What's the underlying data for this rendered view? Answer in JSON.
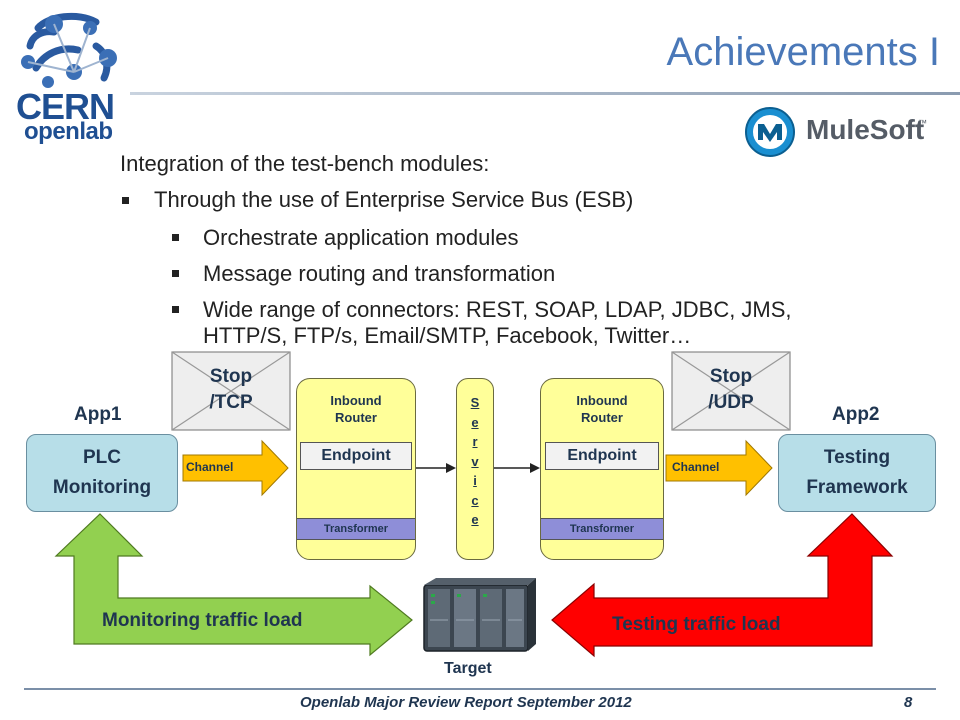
{
  "header": {
    "title": "Achievements I",
    "logo_text": "CERN",
    "logo_subtext": "openlab",
    "partner_logo_text": "MuleSoft",
    "partner_logo_tm": "™"
  },
  "content": {
    "intro": "Integration of the test-bench modules:",
    "bullet_1": "Through the use of Enterprise Service Bus (ESB)",
    "sub_bullets": [
      "Orchestrate application modules",
      "Message routing and transformation",
      "Wide range of connectors: REST, SOAP, LDAP, JDBC, JMS,",
      "HTTP/S, FTP/s, Email/SMTP, Facebook, Twitter…"
    ]
  },
  "diagram": {
    "app1_label": "App1",
    "app1_box": [
      "PLC",
      "Monitoring"
    ],
    "app2_label": "App2",
    "app2_box": [
      "Testing",
      "Framework"
    ],
    "channel_label": "Channel",
    "stop_left": [
      "Stop",
      "/TCP"
    ],
    "stop_right": [
      "Stop",
      "/UDP"
    ],
    "inbound_router": [
      "Inbound",
      "Router"
    ],
    "endpoint": "Endpoint",
    "transformer": "Transformer",
    "service_letters": [
      "S",
      "e",
      "r",
      "v",
      "i",
      "c",
      "e"
    ],
    "monitoring_traffic": "Monitoring traffic load",
    "testing_traffic": "Testing traffic load",
    "target_label": "Target",
    "colors": {
      "box_teal": "#b7dee8",
      "router_yellow": "#ffff99",
      "transformer_purple": "#8e8ed8",
      "channel_orange": "#ffc000",
      "monitoring_green": "#92d050",
      "testing_red": "#ff0000"
    }
  },
  "footer": {
    "text": "Openlab Major Review Report September 2012",
    "page": "8"
  }
}
